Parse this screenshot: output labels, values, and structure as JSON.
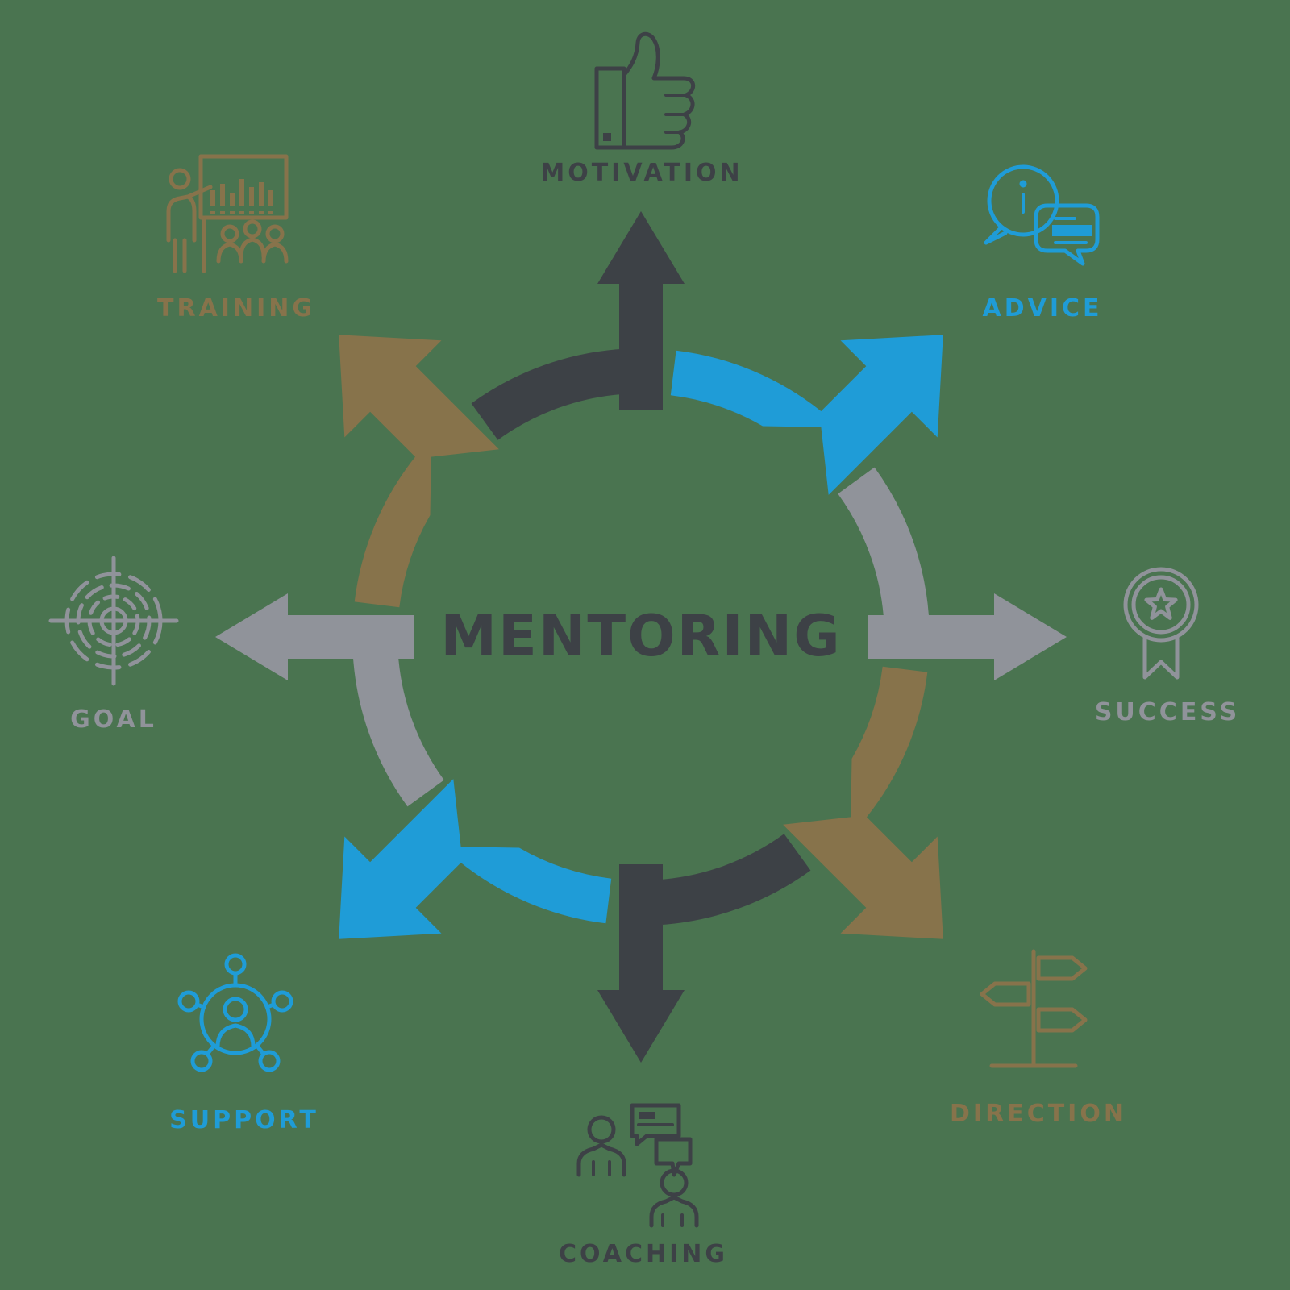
{
  "title": {
    "text": "MENTORING"
  },
  "background": "#4a7450",
  "colors": {
    "dark": "#3d4146",
    "blue": "#1f9cd7",
    "gray": "#90939a",
    "brown": "#87734b"
  },
  "spokes": [
    {
      "label": "MOTIVATION",
      "position": "top",
      "color_key": "dark",
      "icon": "thumbs-up-icon"
    },
    {
      "label": "ADVICE",
      "position": "top-right",
      "color_key": "blue",
      "icon": "chat-bubbles-icon"
    },
    {
      "label": "SUCCESS",
      "position": "right",
      "color_key": "gray",
      "icon": "medal-icon"
    },
    {
      "label": "DIRECTION",
      "position": "bottom-right",
      "color_key": "brown",
      "icon": "signpost-icon"
    },
    {
      "label": "COACHING",
      "position": "bottom",
      "color_key": "dark",
      "icon": "conversation-icon"
    },
    {
      "label": "SUPPORT",
      "position": "bottom-left",
      "color_key": "blue",
      "icon": "network-person-icon"
    },
    {
      "label": "GOAL",
      "position": "left",
      "color_key": "gray",
      "icon": "target-icon"
    },
    {
      "label": "TRAINING",
      "position": "top-left",
      "color_key": "brown",
      "icon": "presentation-icon"
    }
  ]
}
